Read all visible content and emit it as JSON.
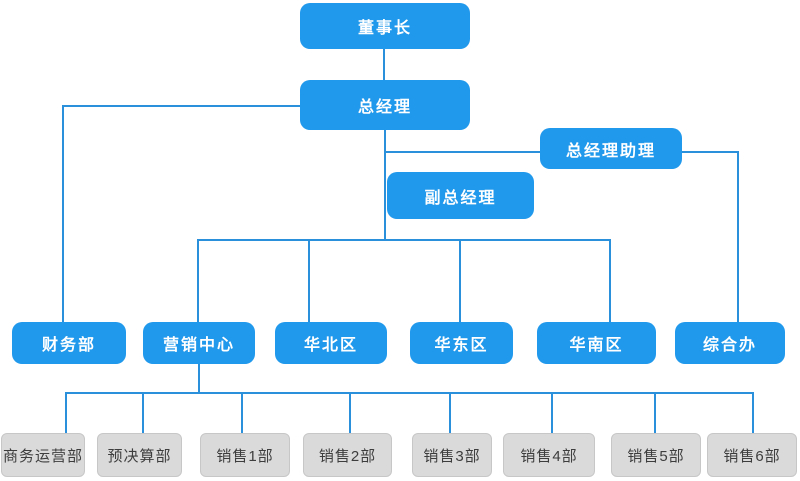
{
  "nodes": {
    "chairman": "董事长",
    "general_manager": "总经理",
    "gm_assistant": "总经理助理",
    "deputy_gm": "副总经理",
    "finance": "财务部",
    "marketing_center": "营销中心",
    "north_china": "华北区",
    "east_china": "华东区",
    "south_china": "华南区",
    "general_office": "综合办",
    "business_operations": "商务运营部",
    "budget_dept": "预决算部",
    "sales_1": "销售1部",
    "sales_2": "销售2部",
    "sales_3": "销售3部",
    "sales_4": "销售4部",
    "sales_5": "销售5部",
    "sales_6": "销售6部"
  },
  "colors": {
    "node_fill": "#2098EB",
    "node_text": "#FFFFFF",
    "line": "#2B90DC",
    "leaf_fill": "#DADADA",
    "leaf_border": "#C7C7C7",
    "leaf_text": "#3D3D3D",
    "background": "#FFFFFF"
  }
}
